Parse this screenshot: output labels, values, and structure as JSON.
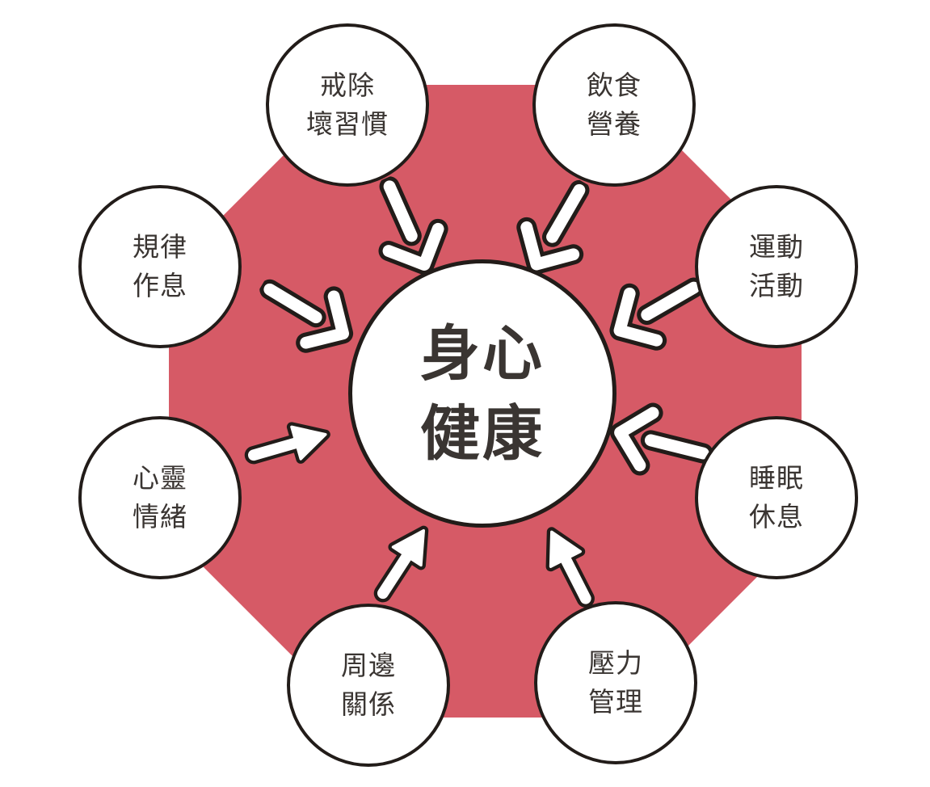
{
  "colors": {
    "octagon": "#d65a66",
    "line": "#221c19",
    "text": "#3a3532",
    "node-bg": "#ffffff",
    "arrow-fill": "#ffffff",
    "page-bg": "#ffffff"
  },
  "center": {
    "line1": "身心",
    "line2": "健康"
  },
  "nodes": [
    {
      "id": "quit-bad-habits",
      "line1": "戒除",
      "line2": "壞習慣"
    },
    {
      "id": "diet-nutrition",
      "line1": "飲食",
      "line2": "營養"
    },
    {
      "id": "regular-routine",
      "line1": "規律",
      "line2": "作息"
    },
    {
      "id": "exercise-activity",
      "line1": "運動",
      "line2": "活動"
    },
    {
      "id": "mind-emotions",
      "line1": "心靈",
      "line2": "情緒"
    },
    {
      "id": "sleep-rest",
      "line1": "睡眠",
      "line2": "休息"
    },
    {
      "id": "relationships",
      "line1": "周邊",
      "line2": "關係"
    },
    {
      "id": "stress-management",
      "line1": "壓力",
      "line2": "管理"
    }
  ]
}
